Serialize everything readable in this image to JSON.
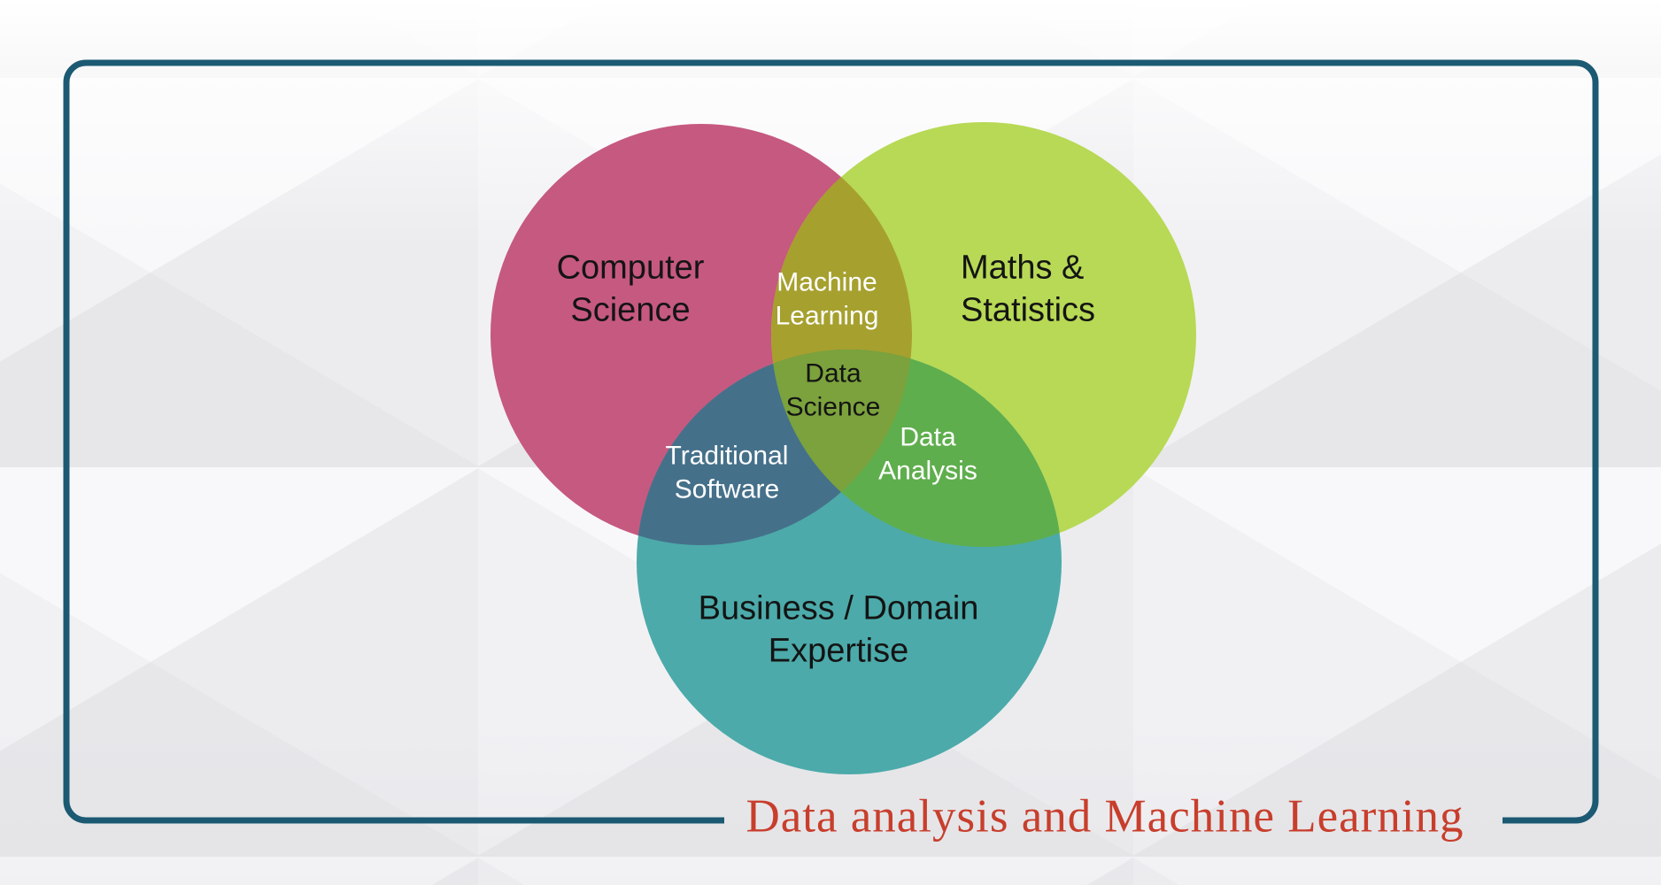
{
  "frame": {
    "border_color": "#1b5a72"
  },
  "title": {
    "text": "Data analysis and Machine Learning",
    "color": "#c83e2c"
  },
  "venn": {
    "circles": [
      {
        "id": "computer-science",
        "label_lines": [
          "Computer",
          "Science"
        ],
        "color": "#c6597f",
        "text_color": "#141414"
      },
      {
        "id": "maths-statistics",
        "label_lines": [
          "Maths &",
          "Statistics"
        ],
        "color": "#b7d955",
        "text_color": "#141414"
      },
      {
        "id": "business-domain",
        "label_lines": [
          "Business / Domain",
          "Expertise"
        ],
        "color": "#4caaaa",
        "text_color": "#141414"
      }
    ],
    "intersections": [
      {
        "id": "machine-learning",
        "label_lines": [
          "Machine",
          "Learning"
        ],
        "color": "#a6a02f",
        "text_color": "#ffffff"
      },
      {
        "id": "data-science",
        "label_lines": [
          "Data",
          "Science"
        ],
        "color": "#7ba23c",
        "text_color": "#141414"
      },
      {
        "id": "traditional-software",
        "label_lines": [
          "Traditional",
          "Software"
        ],
        "color": "#45708a",
        "text_color": "#ffffff"
      },
      {
        "id": "data-analysis",
        "label_lines": [
          "Data",
          "Analysis"
        ],
        "color": "#5fae4d",
        "text_color": "#ffffff"
      }
    ]
  }
}
